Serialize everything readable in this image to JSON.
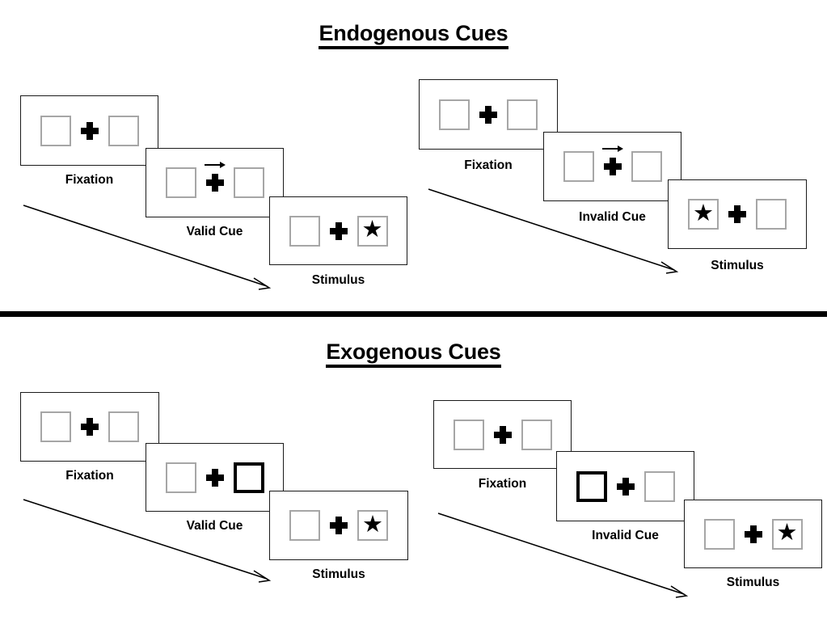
{
  "figure": {
    "title_endogenous": "Endogenous Cues",
    "title_exogenous": "Exogenous Cues"
  },
  "labels": {
    "fixation": "Fixation",
    "valid_cue": "Valid Cue",
    "invalid_cue": "Invalid Cue",
    "stimulus": "Stimulus"
  },
  "glyphs": {
    "star": "★",
    "fixation_cross": "plus-cross",
    "direction_arrow": "right-arrow",
    "flow_arrow": "diagonal-arrow"
  },
  "colors": {
    "ink": "#000000",
    "panel_border": "#1a1a1a",
    "box_border": "#a6a6a6",
    "box_cued_border": "#000000",
    "background": "#ffffff",
    "divider": "#000000"
  },
  "sections": [
    {
      "id": "endogenous",
      "title": "Endogenous Cues",
      "cue_type": "central-arrow",
      "sequences": [
        {
          "id": "endogenous-valid",
          "validity": "valid",
          "frames": [
            {
              "label": "Fixation",
              "cue": "none",
              "arrow_direction": "none",
              "cue_side": "none",
              "target_side": "none"
            },
            {
              "label": "Valid Cue",
              "cue": "arrow-right",
              "arrow_direction": "right",
              "cue_side": "right",
              "target_side": "none"
            },
            {
              "label": "Stimulus",
              "cue": "none",
              "arrow_direction": "none",
              "cue_side": "none",
              "target_side": "right"
            }
          ]
        },
        {
          "id": "endogenous-invalid",
          "validity": "invalid",
          "frames": [
            {
              "label": "Fixation",
              "cue": "none",
              "arrow_direction": "none",
              "cue_side": "none",
              "target_side": "none"
            },
            {
              "label": "Invalid Cue",
              "cue": "arrow-right",
              "arrow_direction": "right",
              "cue_side": "right",
              "target_side": "none"
            },
            {
              "label": "Stimulus",
              "cue": "none",
              "arrow_direction": "none",
              "cue_side": "none",
              "target_side": "left"
            }
          ]
        }
      ]
    },
    {
      "id": "exogenous",
      "title": "Exogenous Cues",
      "cue_type": "peripheral-box-flash",
      "sequences": [
        {
          "id": "exogenous-valid",
          "validity": "valid",
          "frames": [
            {
              "label": "Fixation",
              "cue": "none",
              "arrow_direction": "none",
              "cue_side": "none",
              "target_side": "none"
            },
            {
              "label": "Valid Cue",
              "cue": "box-highlight",
              "arrow_direction": "none",
              "cue_side": "right",
              "target_side": "none"
            },
            {
              "label": "Stimulus",
              "cue": "none",
              "arrow_direction": "none",
              "cue_side": "none",
              "target_side": "right"
            }
          ]
        },
        {
          "id": "exogenous-invalid",
          "validity": "invalid",
          "frames": [
            {
              "label": "Fixation",
              "cue": "none",
              "arrow_direction": "none",
              "cue_side": "none",
              "target_side": "none"
            },
            {
              "label": "Invalid Cue",
              "cue": "box-highlight",
              "arrow_direction": "none",
              "cue_side": "left",
              "target_side": "none"
            },
            {
              "label": "Stimulus",
              "cue": "none",
              "arrow_direction": "none",
              "cue_side": "none",
              "target_side": "right"
            }
          ]
        }
      ]
    }
  ]
}
